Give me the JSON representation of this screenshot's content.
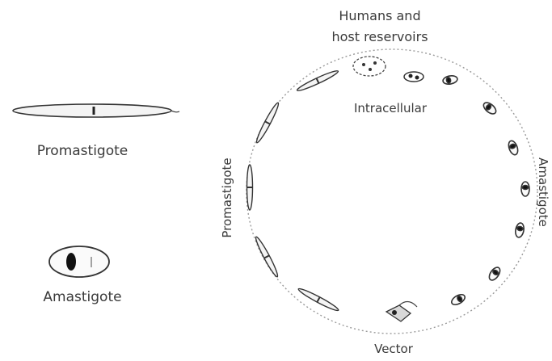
{
  "labels": {
    "hosts_line1": "Humans and",
    "hosts_line2": "host reservoirs",
    "intracellular": "Intracellular",
    "promastigote_stage": "Promastigote",
    "amastigote_stage": "Amastigote",
    "vector": "Vector"
  },
  "legend": {
    "promastigote": "Promastigote",
    "amastigote": "Amastigote"
  },
  "colors": {
    "ink": "#3a3a3a",
    "circle": "#9a9a9a"
  }
}
